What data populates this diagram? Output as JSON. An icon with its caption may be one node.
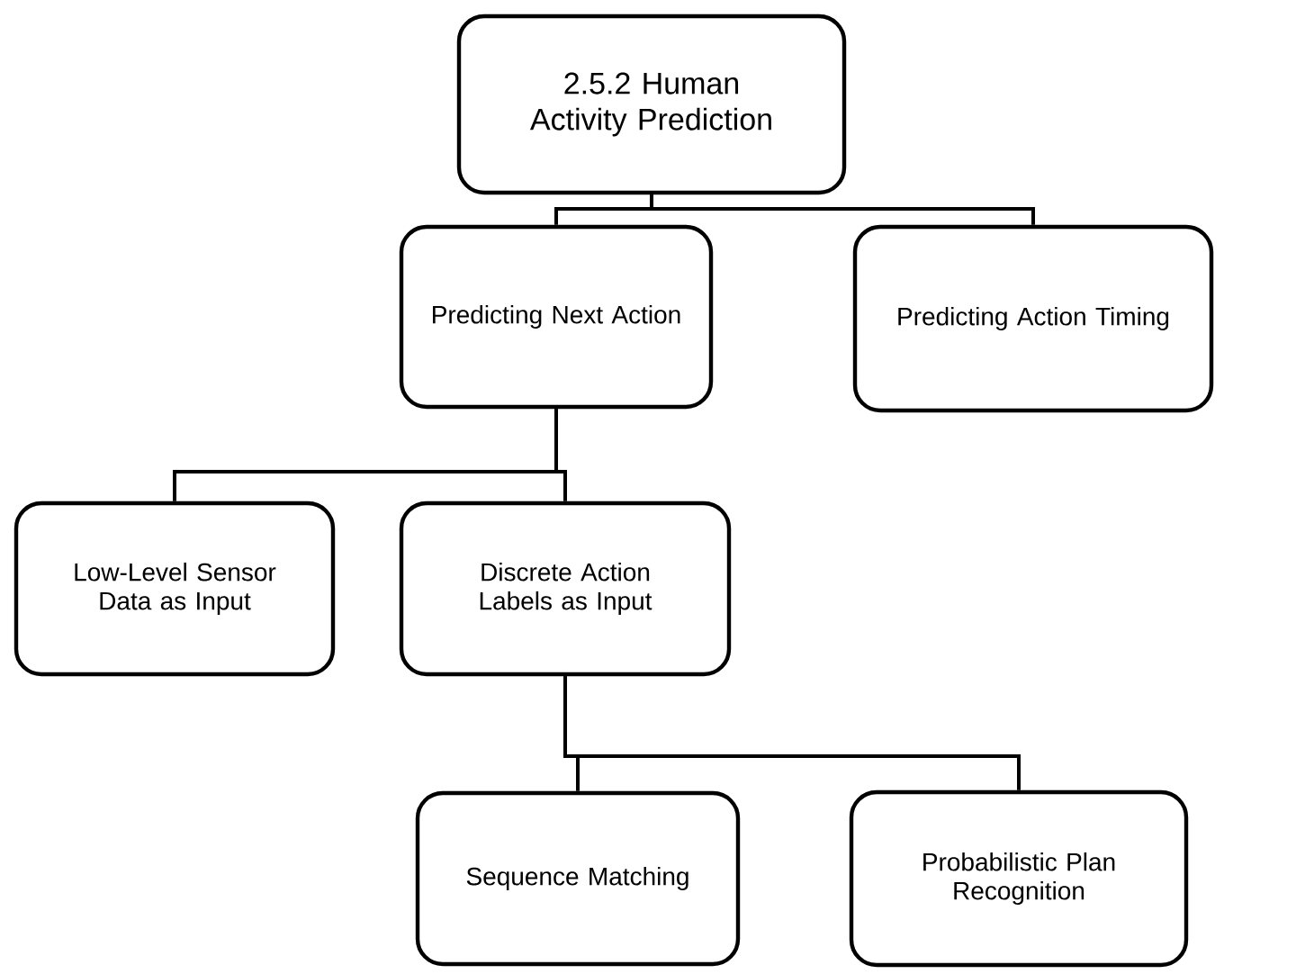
{
  "diagram": {
    "nodes": [
      {
        "text": [
          "2.5.2 Human Activity Prediction"
        ]
      },
      {
        "text": [
          "Predicting Next Action"
        ]
      },
      {
        "text": [
          "Predicting Action Timing"
        ]
      },
      {
        "text": [
          "Low-Level Sensor Data as Input"
        ]
      },
      {
        "text": [
          "Discrete Action Labels as Input"
        ]
      },
      {
        "text": [
          "Sequence Matching"
        ]
      },
      {
        "text": [
          "Probabilistic Plan Recognition"
        ]
      }
    ],
    "edges": [
      {
        "from": 0,
        "to": 1,
        "arrow": "none"
      },
      {
        "from": 0,
        "to": 2,
        "arrow": "none"
      },
      {
        "from": 1,
        "to": 3,
        "arrow": "none"
      },
      {
        "from": 1,
        "to": 4,
        "arrow": "none"
      },
      {
        "from": 4,
        "to": 5,
        "arrow": "none"
      },
      {
        "from": 4,
        "to": 6,
        "arrow": "none"
      }
    ]
  }
}
